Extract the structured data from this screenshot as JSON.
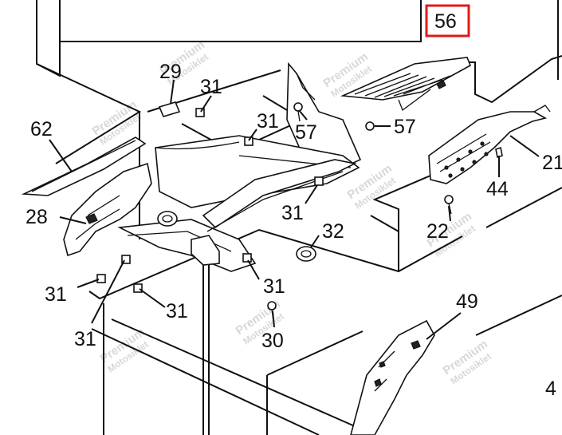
{
  "diagram": {
    "highlight_color": "#e01a1a",
    "highlighted_callout": "56",
    "callouts": [
      "56",
      "29",
      "31",
      "62",
      "31",
      "57",
      "57",
      "21",
      "44",
      "28",
      "31",
      "32",
      "22",
      "31",
      "31",
      "31",
      "30",
      "49",
      "31",
      "4"
    ],
    "watermark": {
      "line1": "Premium",
      "line2": "Motosiklet"
    }
  }
}
